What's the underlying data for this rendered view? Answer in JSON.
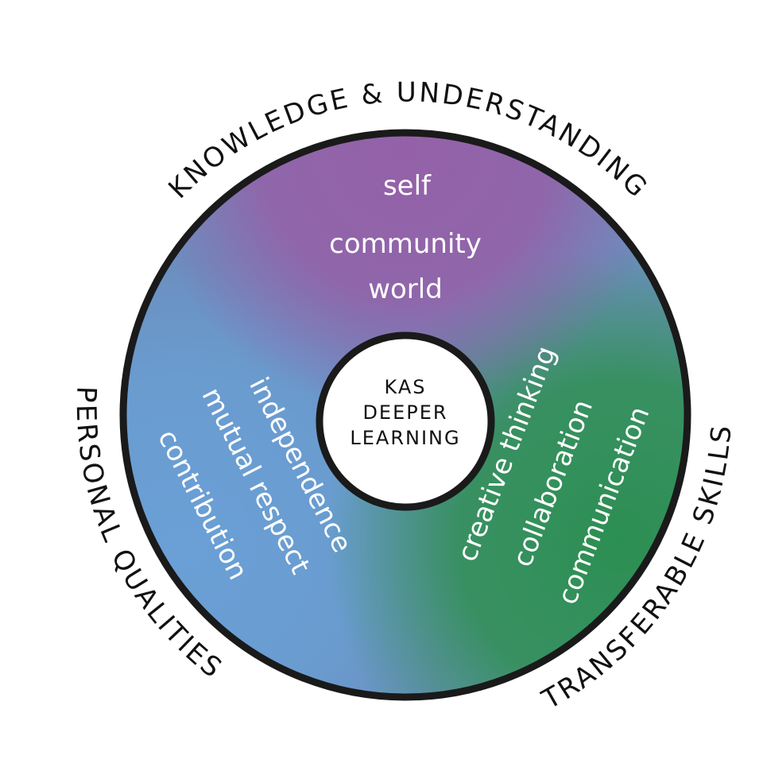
{
  "center": {
    "lines": [
      "KAS",
      "DEEPER",
      "LEARNING"
    ]
  },
  "outer_labels": {
    "top": "KNOWLEDGE & UNDERSTANDING",
    "left": "PERSONAL QUALITIES",
    "right": "TRANSFERABLE SKILLS"
  },
  "sections": {
    "knowledge": [
      "self",
      "community",
      "world"
    ],
    "personal": [
      "independence",
      "mutual respect",
      "contribution"
    ],
    "skills": [
      "creative thinking",
      "collaboration",
      "communication"
    ]
  },
  "colors": {
    "purple": "#9461a8",
    "blue": "#6a9ed3",
    "green": "#2e8f54",
    "outline": "#1a1a1a",
    "text_on_ring": "#ffffff",
    "background": "#ffffff"
  }
}
